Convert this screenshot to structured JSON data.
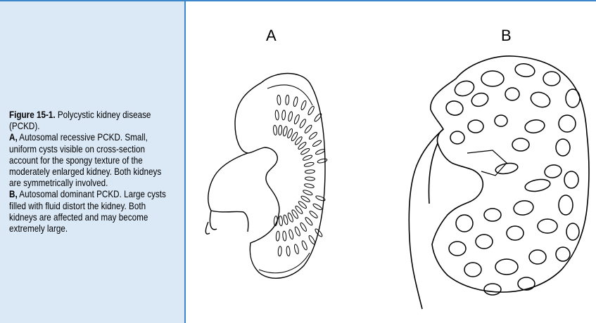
{
  "figure": {
    "number_label": "Figure 15-1.",
    "title": " Polycystic kidney disease (PCKD).",
    "part_a": {
      "letter": "A,",
      "text": " Autosomal recessive PCKD. Small, uniform cysts visible on cross-section account for the spongy texture of the moderately enlarged kidney. Both kidneys are symmetrically involved."
    },
    "part_b": {
      "letter": "B,",
      "text": " Autosomal dominant PCKD. Large cysts filled with fluid distort the kidney. Both kidneys are affected and may become extremely large."
    }
  },
  "panels": {
    "a_label": "A",
    "b_label": "B"
  },
  "colors": {
    "sidebar_bg": "#dbe9f7",
    "rule": "#3a86c8"
  }
}
